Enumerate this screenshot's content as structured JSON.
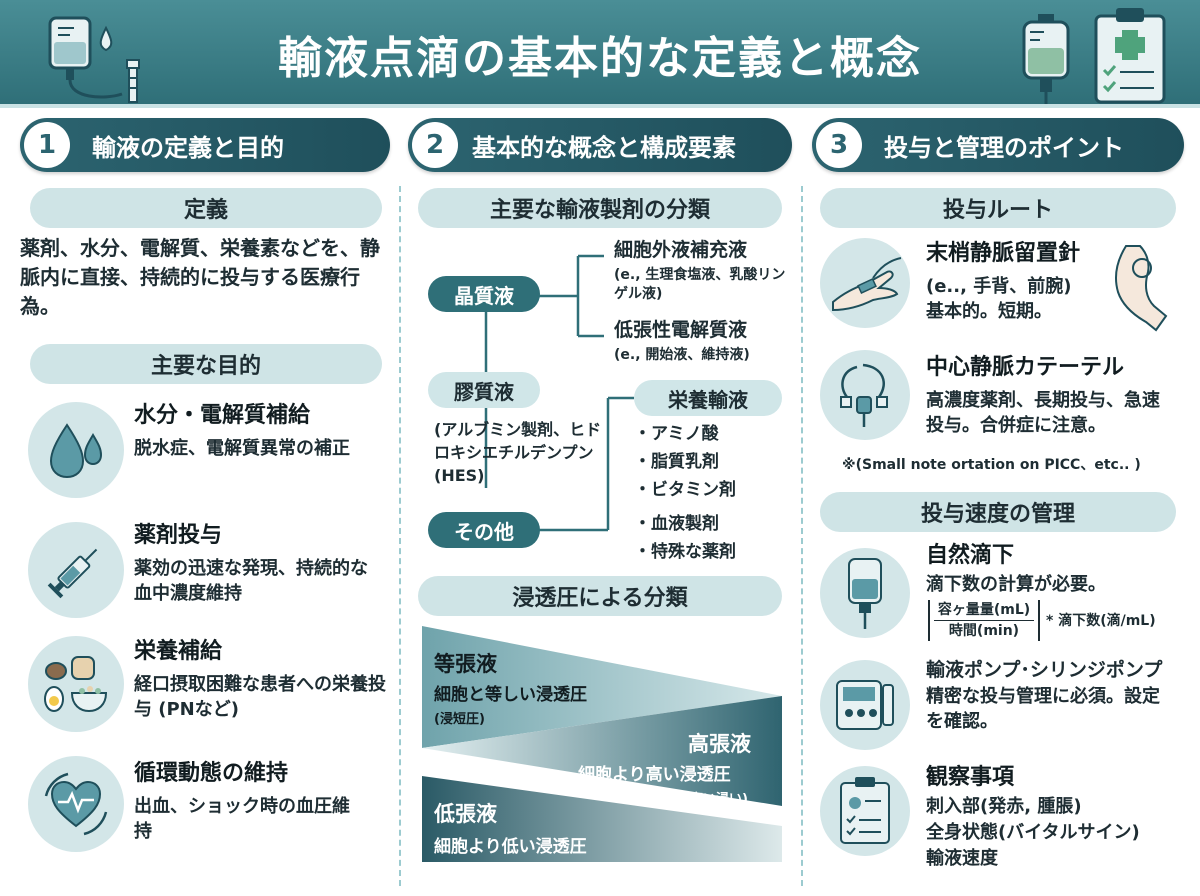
{
  "banner": {
    "title": "輸液点滴の基本的な定義と概念"
  },
  "section1": {
    "num": "1",
    "title": "輸液の定義と目的",
    "definition_head": "定義",
    "definition_body": "薬剤、水分、電解質、栄養素などを、静脈内に直接、持続的に投与する医療行為。",
    "purpose_head": "主要な目的",
    "purposes": [
      {
        "title": "水分・電解質補給",
        "desc": "脱水症、電解質異常の補正",
        "icon": "water-drops-icon"
      },
      {
        "title": "薬剤投与",
        "desc": "薬効の迅速な発現、持続的な血中濃度維持",
        "icon": "syringe-icon"
      },
      {
        "title": "栄養補給",
        "desc": "経口摂取困難な患者への栄養投与 (PNなど)",
        "icon": "food-icon"
      },
      {
        "title": "循環動態の維持",
        "desc": "出血、ショック時の血圧維持",
        "icon": "heart-cycle-icon"
      }
    ]
  },
  "section2": {
    "num": "2",
    "title": "基本的な概念と構成要素",
    "class_head": "主要な輸液製剤の分類",
    "crystalloid": "晶質液",
    "ecf": "細胞外液補充液",
    "ecf_ex": "(e., 生理食塩液、乳酸リンゲル液)",
    "hypo_elec": "低張性電解質液",
    "hypo_elec_ex": "(e., 開始液、維持液)",
    "colloid": "膠質液",
    "colloid_ex": "(アルブミン製剤、ヒドロキシエチルデンプン(HES)",
    "nutrition": "栄養輸液",
    "nutrition_items": [
      "アミノ酸",
      "脂質乳剤",
      "ビタミン剤"
    ],
    "other": "その他",
    "other_items": [
      "血液製剤",
      "特殊な薬剤"
    ],
    "osmo_head": "浸透圧による分類",
    "isotonic": "等張液",
    "isotonic_desc": "細胞と等しい浸透圧",
    "isotonic_note": "(浸短圧)",
    "hypertonic": "高張液",
    "hypertonic_desc": "細胞より高い浸透圧",
    "hypertonic_note": "(高い浸い)",
    "hypotonic": "低張液",
    "hypotonic_desc": "細胞より低い浸透圧"
  },
  "section3": {
    "num": "3",
    "title": "投与と管理のポイント",
    "route_head": "投与ルート",
    "routes": [
      {
        "title": "末梢静脈留置針",
        "desc": "(e.., 手背、前腕)\n基本的。短期。"
      },
      {
        "title": "中心静脈カテーテル",
        "desc": "高濃度薬剤、長期投与、急速投与。合併症に注意。"
      }
    ],
    "route_note": "※(Small note ortation on PICC、etc.. )",
    "rate_head": "投与速度の管理",
    "gravity_title": "自然滴下",
    "gravity_desc": "滴下数の計算が必要。",
    "formula_num": "容ヶ量量(mL)",
    "formula_den": "時間(min)",
    "formula_tail": "* 滴下数(滴/mL)",
    "pump_title": "輸液ポンプ･シリンジポンプ",
    "pump_desc": "精密な投与管理に必須。設定を確認。",
    "obs_title": "観察事項",
    "obs_items": [
      "刺入部(発赤, 腫脹)",
      "全身状態(バイタルサイン)",
      "輸液速度"
    ]
  },
  "colors": {
    "primary": "#2c6470",
    "banner": "#3f7f88",
    "pill": "#cfe4e6",
    "circle": "#d3e6e8"
  }
}
